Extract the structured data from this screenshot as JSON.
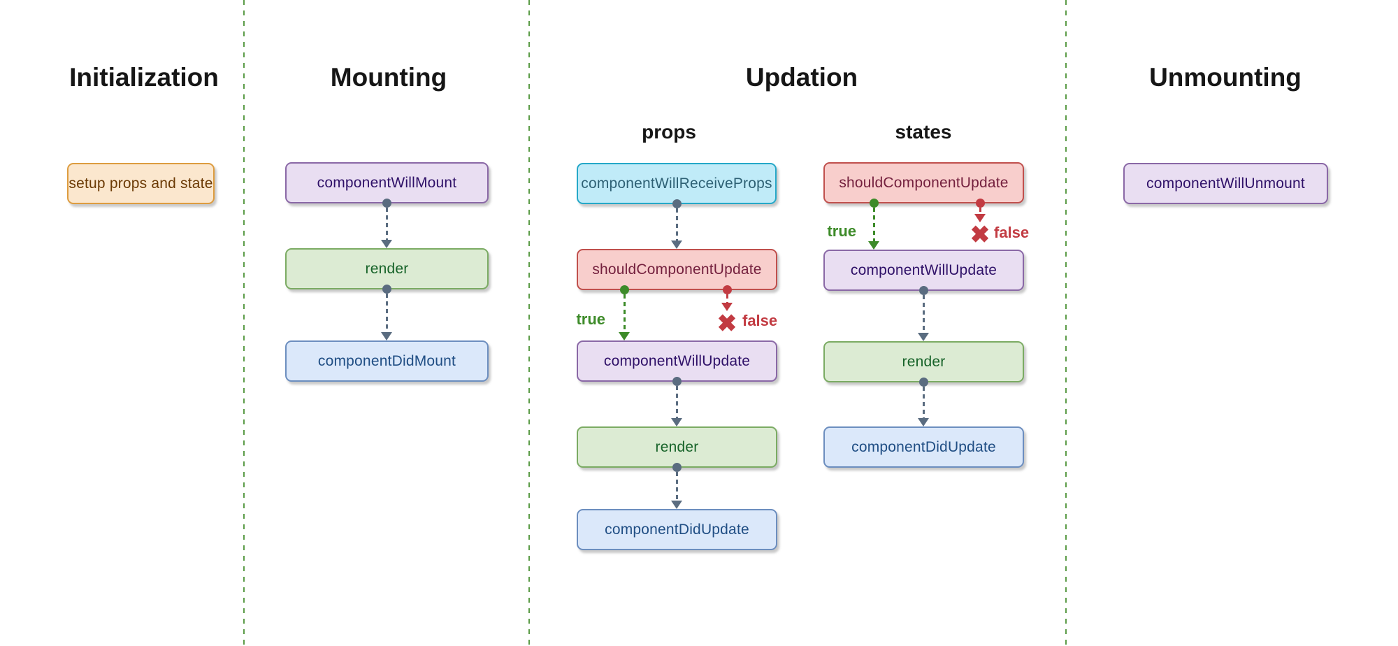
{
  "sections": [
    {
      "title": "Initialization"
    },
    {
      "title": "Mounting"
    },
    {
      "title": "Updation"
    },
    {
      "title": "Unmounting"
    }
  ],
  "initialization": {
    "nodes": [
      {
        "label": "setup props and state",
        "type": "orange"
      }
    ]
  },
  "mounting": {
    "nodes": [
      {
        "label": "componentWillMount",
        "type": "purple"
      },
      {
        "label": "render",
        "type": "green"
      },
      {
        "label": "componentDidMount",
        "type": "blue"
      }
    ]
  },
  "updation": {
    "props_column": {
      "label": "props",
      "nodes": [
        {
          "label": "componentWillReceiveProps",
          "type": "cyan"
        },
        {
          "label": "shouldComponentUpdate",
          "type": "red"
        },
        {
          "label": "componentWillUpdate",
          "type": "purple"
        },
        {
          "label": "render",
          "type": "green"
        },
        {
          "label": "componentDidUpdate",
          "type": "blue"
        }
      ],
      "branch": {
        "true_label": "true",
        "false_label": "false"
      }
    },
    "states_column": {
      "label": "states",
      "nodes": [
        {
          "label": "shouldComponentUpdate",
          "type": "red"
        },
        {
          "label": "componentWillUpdate",
          "type": "purple"
        },
        {
          "label": "render",
          "type": "green"
        },
        {
          "label": "componentDidUpdate",
          "type": "blue"
        }
      ],
      "branch": {
        "true_label": "true",
        "false_label": "false"
      }
    }
  },
  "unmounting": {
    "nodes": [
      {
        "label": "componentWillUnmount",
        "type": "purple"
      }
    ]
  },
  "icons": {
    "false_x": "✖"
  },
  "colors": {
    "divider_green": "#5C9C48",
    "connector_slate": "#5A6C80",
    "branch_true_green": "#3D8B29",
    "branch_false_red": "#C23B42",
    "node_orange": {
      "fill": "#FBE7CE",
      "border": "#DD9C3F",
      "text": "#6B3A05"
    },
    "node_purple": {
      "fill": "#E9DEF2",
      "border": "#8A68A6",
      "text": "#2F1168"
    },
    "node_green": {
      "fill": "#DCEBD3",
      "border": "#7BAB63",
      "text": "#176329"
    },
    "node_blue": {
      "fill": "#DBE8FA",
      "border": "#6C8EBF",
      "text": "#204E84"
    },
    "node_cyan": {
      "fill": "#C0EBF8",
      "border": "#25A8C8",
      "text": "#2E6175"
    },
    "node_red": {
      "fill": "#F8CECC",
      "border": "#C0504D",
      "text": "#74203E"
    }
  }
}
